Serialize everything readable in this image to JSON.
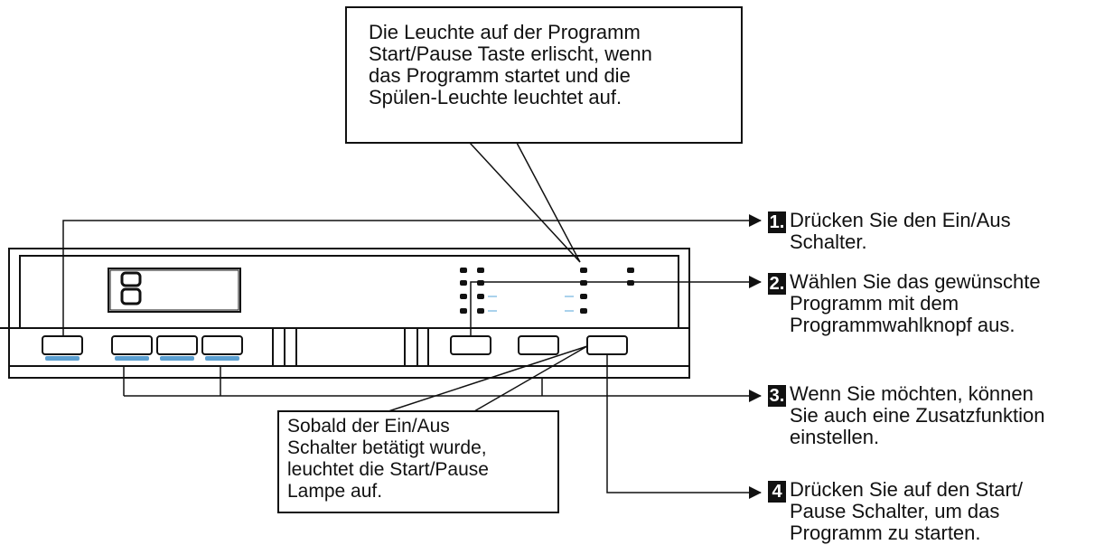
{
  "callout_top": {
    "lines": [
      "Die Leuchte auf der Programm",
      "Start/Pause Taste erlischt, wenn",
      "das Programm startet und die",
      "Spülen-Leuchte leuchtet auf."
    ]
  },
  "callout_bottom": {
    "lines": [
      "Sobald der Ein/Aus",
      "Schalter betätigt wurde,",
      "leuchtet die Start/Pause",
      "Lampe auf."
    ]
  },
  "display": {
    "digits": "8"
  },
  "steps": [
    {
      "number": "1.",
      "lines": [
        "Drücken Sie den Ein/Aus",
        "Schalter."
      ]
    },
    {
      "number": "2.",
      "lines": [
        "Wählen Sie das gewünschte",
        "Programm mit dem",
        "Programmwahlknopf aus."
      ]
    },
    {
      "number": "3.",
      "lines": [
        "Wenn Sie möchten, können",
        "Sie auch eine Zusatzfunktion",
        "einstellen."
      ]
    },
    {
      "number": "4",
      "lines": [
        "Drücken Sie auf den Start/",
        "Pause Schalter, um das",
        "Programm zu starten."
      ]
    }
  ],
  "colors": {
    "line": "#111111",
    "led_blue": "#5b9fd0",
    "dash_blue": "#8ec3e6"
  }
}
